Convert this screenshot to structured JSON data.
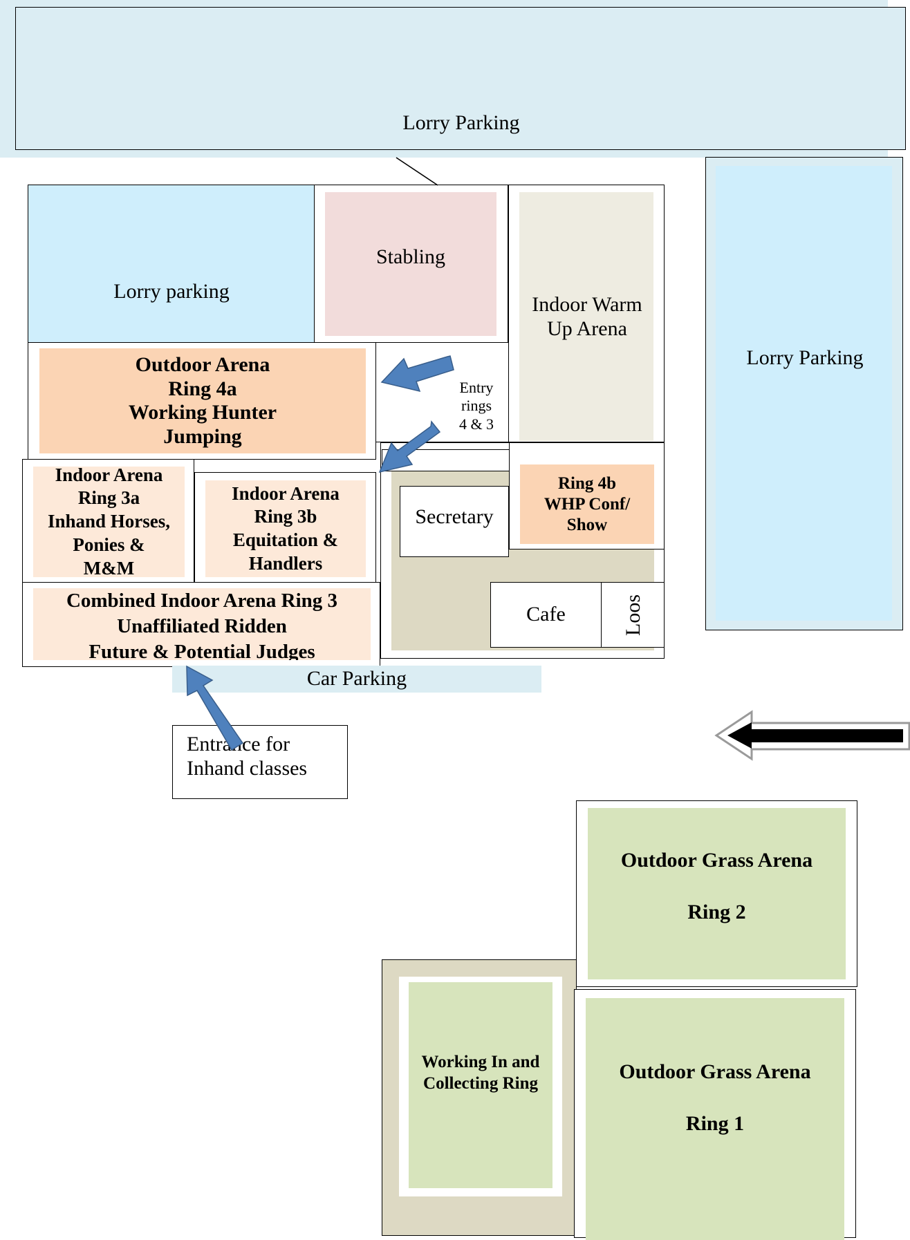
{
  "areas": {
    "lorry_parking_top": "Lorry Parking",
    "lorry_parking_left": "Lorry parking",
    "lorry_parking_right": "Lorry Parking",
    "stabling": "Stabling",
    "indoor_warm_up": "Indoor Warm\nUp Arena",
    "ring_4a": "Outdoor Arena\nRing 4a\nWorking Hunter\nJumping",
    "entry_rings": "Entry\nrings\n4 & 3",
    "ring_3a": "Indoor Arena\nRing 3a\nInhand Horses,\nPonies &\nM&M",
    "ring_3b": "Indoor Arena\nRing 3b\nEquitation &\nHandlers",
    "secretary": "Secretary",
    "ring_4b": "Ring 4b\nWHP Conf/\nShow",
    "cafe": "Cafe",
    "loos": "Loos",
    "ring_3_combined": "Combined Indoor Arena Ring 3\nUnaffiliated Ridden\nFuture & Potential Judges",
    "car_parking": "Car Parking",
    "inhand_entrance": "Entrance for\nInhand classes",
    "ring_2": "Outdoor Grass Arena\n\nRing 2",
    "ring_1": "Outdoor Grass Arena\n\nRing 1",
    "working_in": "Working In and\nCollecting Ring"
  },
  "colors": {
    "light_blue": "#dbedf3",
    "sky_blue": "#cfeefc",
    "pink": "#f2dcdb",
    "warm_grey": "#eeece1",
    "orange": "#fbd4b4",
    "peach": "#fde9d9",
    "tan": "#ddd9c3",
    "green": "#d7e4bc",
    "arrow_blue": "#4f81bd"
  }
}
